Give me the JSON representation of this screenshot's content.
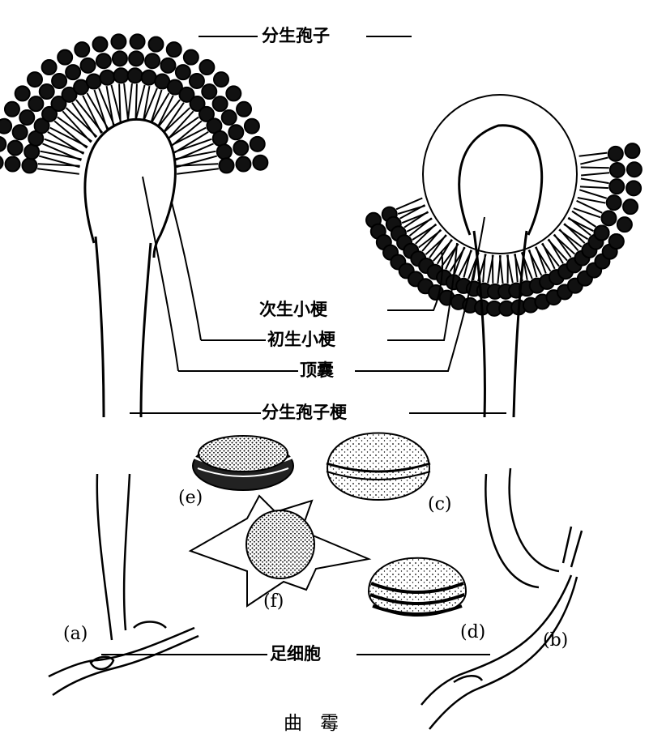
{
  "labels": {
    "conidia": "分生孢子",
    "secondary_sterigmata": "次生小梗",
    "primary_sterigmata": "初生小梗",
    "vesicle": "顶囊",
    "conidiophore": "分生孢子梗",
    "foot_cell": "足细胞"
  },
  "subfigures": {
    "a": "(a)",
    "b": "(b)",
    "c": "(c)",
    "d": "(d)",
    "e": "(e)",
    "f": "(f)"
  },
  "caption": "曲霉",
  "colors": {
    "ink": "#000000",
    "paper": "#ffffff"
  }
}
